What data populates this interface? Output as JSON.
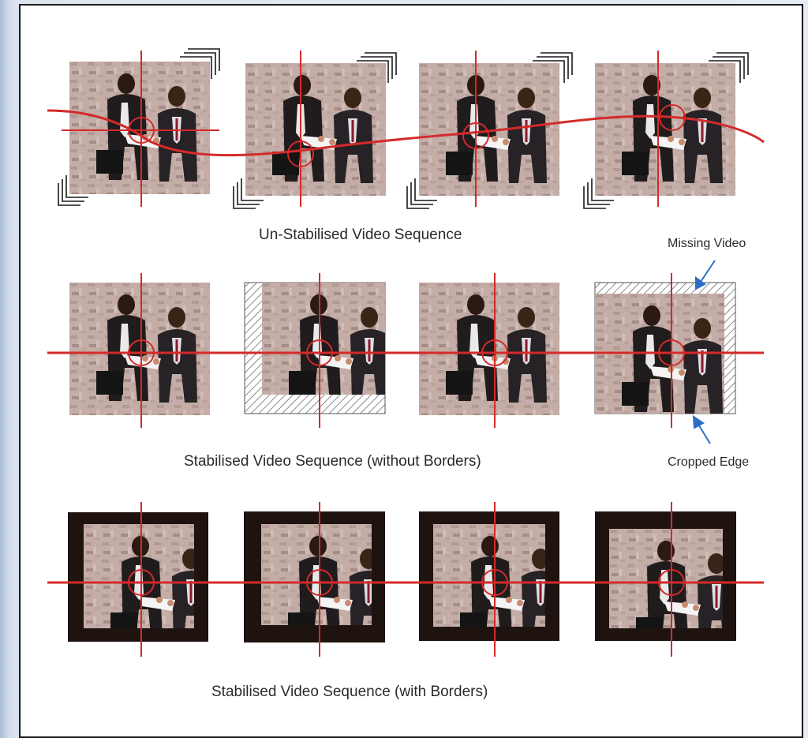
{
  "diagram": {
    "rows": [
      {
        "caption": "Un-Stabilised Video Sequence",
        "frames": 4
      },
      {
        "caption": "Stabilised Video Sequence (without Borders)",
        "frames": 4
      },
      {
        "caption": "Stabilised Video Sequence (with Borders)",
        "frames": 4
      }
    ],
    "annotations": {
      "missing_video": "Missing Video",
      "cropped_edge": "Cropped Edge"
    },
    "colors": {
      "track_line": "#d42a2a",
      "annotation_arrow": "#2b6fc4",
      "border_fill": "#1f1310"
    }
  }
}
